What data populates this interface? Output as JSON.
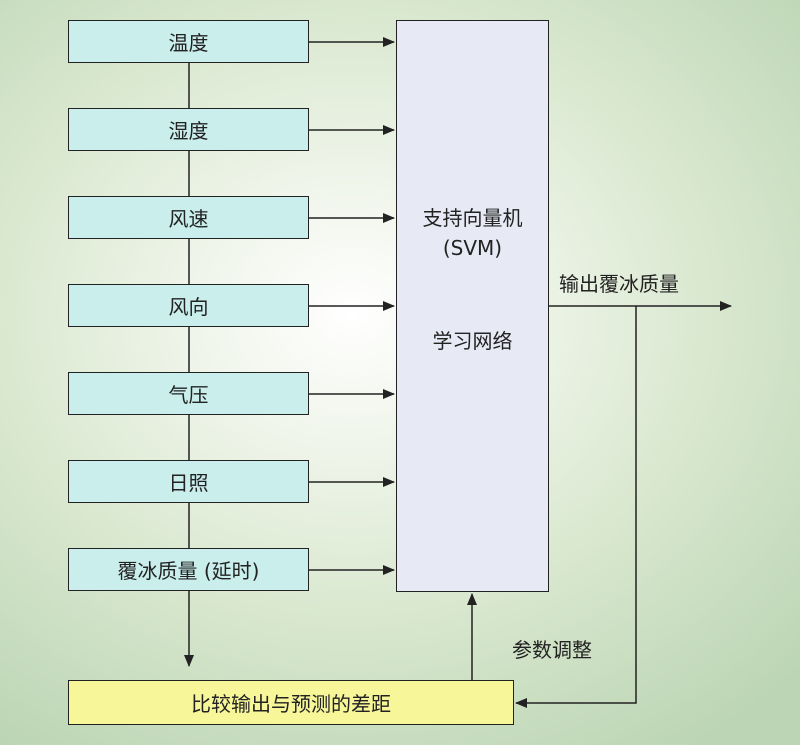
{
  "inputs": [
    {
      "label": "温度"
    },
    {
      "label": "湿度"
    },
    {
      "label": "风速"
    },
    {
      "label": "风向"
    },
    {
      "label": "气压"
    },
    {
      "label": "日照"
    },
    {
      "label": "覆冰质量 (延时)"
    }
  ],
  "svm": {
    "title": "支持向量机",
    "abbr": "(SVM)",
    "subtitle": "学习网络"
  },
  "output_label": "输出覆冰质量",
  "feedback_label": "参数调整",
  "compare_label": "比较输出与预测的差距",
  "colors": {
    "input_fill": "#c9eeec",
    "svm_fill": "#e7e9f4",
    "compare_fill": "#f7f79a",
    "line": "#222222"
  }
}
